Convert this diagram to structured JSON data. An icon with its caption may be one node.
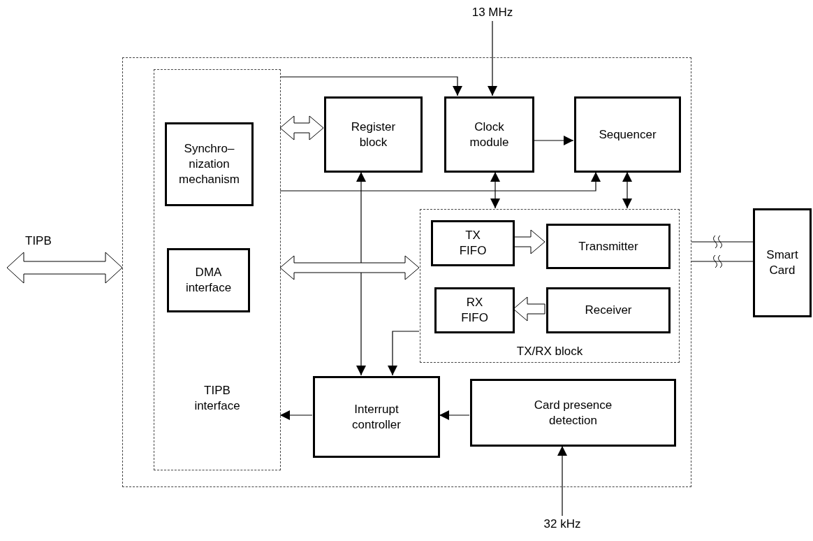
{
  "diagram": {
    "nodes": [
      {
        "text": [],
        "shape": "box"
      },
      {
        "text": [
          "TIPB interface"
        ],
        "in": 0
      },
      {
        "text": [
          "Synchro– nization mechanism"
        ],
        "in": 1
      },
      {
        "text": [
          "DMA interface"
        ],
        "in": 1
      },
      {
        "text": [
          "Register block"
        ],
        "in": 0
      },
      {
        "text": [
          "Clock module"
        ],
        "in": 0
      },
      {
        "text": [
          "Sequencer"
        ],
        "in": 0
      },
      {
        "text": [
          "TX/RX block"
        ],
        "in": 0
      },
      {
        "text": [
          "TX FIFO"
        ],
        "in": 7
      },
      {
        "text": [
          "Transmitter"
        ],
        "in": 7
      },
      {
        "text": [
          "RX FIFO"
        ],
        "in": 7
      },
      {
        "text": [
          "Receiver"
        ],
        "in": 7
      },
      {
        "text": [
          "Interrupt controller"
        ],
        "in": 0
      },
      {
        "text": [
          "Card presence detection"
        ],
        "in": 0
      },
      {
        "text": [
          "Smart Card"
        ]
      },
      {
        "text": [
          "13 MHz"
        ]
      },
      {
        "text": [
          "32 kHz"
        ]
      }
    ],
    "edges": [
      {
        "from": null,
        "to": 0,
        "arrow": "both",
        "label": "TIPB",
        "style": "thick"
      },
      {
        "from": 1,
        "to": 5,
        "arrow": "to"
      },
      {
        "from": 15,
        "to": 5,
        "arrow": "to"
      },
      {
        "from": 1,
        "to": 4,
        "arrow": "both",
        "style": "thick"
      },
      {
        "from": 5,
        "to": 6,
        "arrow": "to"
      },
      {
        "from": 1,
        "to": 6,
        "arrow": "to"
      },
      {
        "from": 4,
        "to": 12,
        "arrow": "both"
      },
      {
        "from": 5,
        "to": 7,
        "arrow": "both"
      },
      {
        "from": 6,
        "to": 7,
        "arrow": "both"
      },
      {
        "from": 1,
        "to": 7,
        "arrow": "both",
        "style": "thick"
      },
      {
        "from": 8,
        "to": 9,
        "arrow": "to",
        "style": "thick"
      },
      {
        "from": 11,
        "to": 10,
        "arrow": "to",
        "style": "thick"
      },
      {
        "from": 7,
        "to": 12,
        "arrow": "to"
      },
      {
        "from": 12,
        "to": 1,
        "arrow": "to"
      },
      {
        "from": 13,
        "to": 12,
        "arrow": "to"
      },
      {
        "from": 16,
        "to": 13,
        "arrow": "to"
      },
      {
        "from": 0,
        "to": 14,
        "arrow": "none"
      },
      {
        "from": 0,
        "to": 14,
        "arrow": "none"
      }
    ]
  }
}
